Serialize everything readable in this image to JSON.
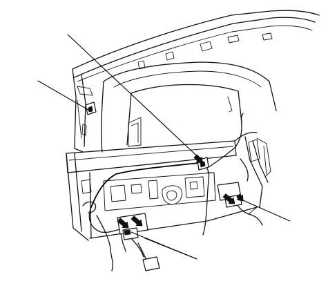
{
  "diagram": {
    "leaders": [
      {
        "id": "leader-upper",
        "points": [
          [
            98,
            50
          ],
          [
            295,
            235
          ]
        ]
      },
      {
        "id": "leader-left",
        "points": [
          [
            55,
            117
          ],
          [
            133,
            162
          ]
        ]
      },
      {
        "id": "leader-right",
        "points": [
          [
            420,
            320
          ],
          [
            352,
            290
          ]
        ]
      },
      {
        "id": "leader-bottom-1",
        "points": [
          [
            285,
            375
          ],
          [
            210,
            345
          ]
        ]
      },
      {
        "id": "leader-bottom-2",
        "points": [
          [
            285,
            375
          ],
          [
            190,
            336
          ]
        ]
      }
    ],
    "arrows": [
      {
        "id": "arrow-connector-left",
        "points": [
          [
            172,
            318
          ],
          [
            186,
            330
          ],
          [
            178,
            333
          ]
        ]
      },
      {
        "id": "arrow-connector-middle",
        "points": [
          [
            192,
            315
          ],
          [
            206,
            327
          ],
          [
            198,
            330
          ]
        ]
      },
      {
        "id": "arrow-connector-right-1",
        "points": [
          [
            325,
            283
          ],
          [
            340,
            295
          ],
          [
            332,
            298
          ]
        ]
      },
      {
        "id": "arrow-connector-right-2",
        "points": [
          [
            345,
            283
          ],
          [
            352,
            291
          ],
          [
            346,
            296
          ]
        ]
      },
      {
        "id": "arrow-connector-upper",
        "points": [
          [
            283,
            226
          ],
          [
            293,
            236
          ],
          [
            287,
            240
          ]
        ]
      }
    ]
  }
}
